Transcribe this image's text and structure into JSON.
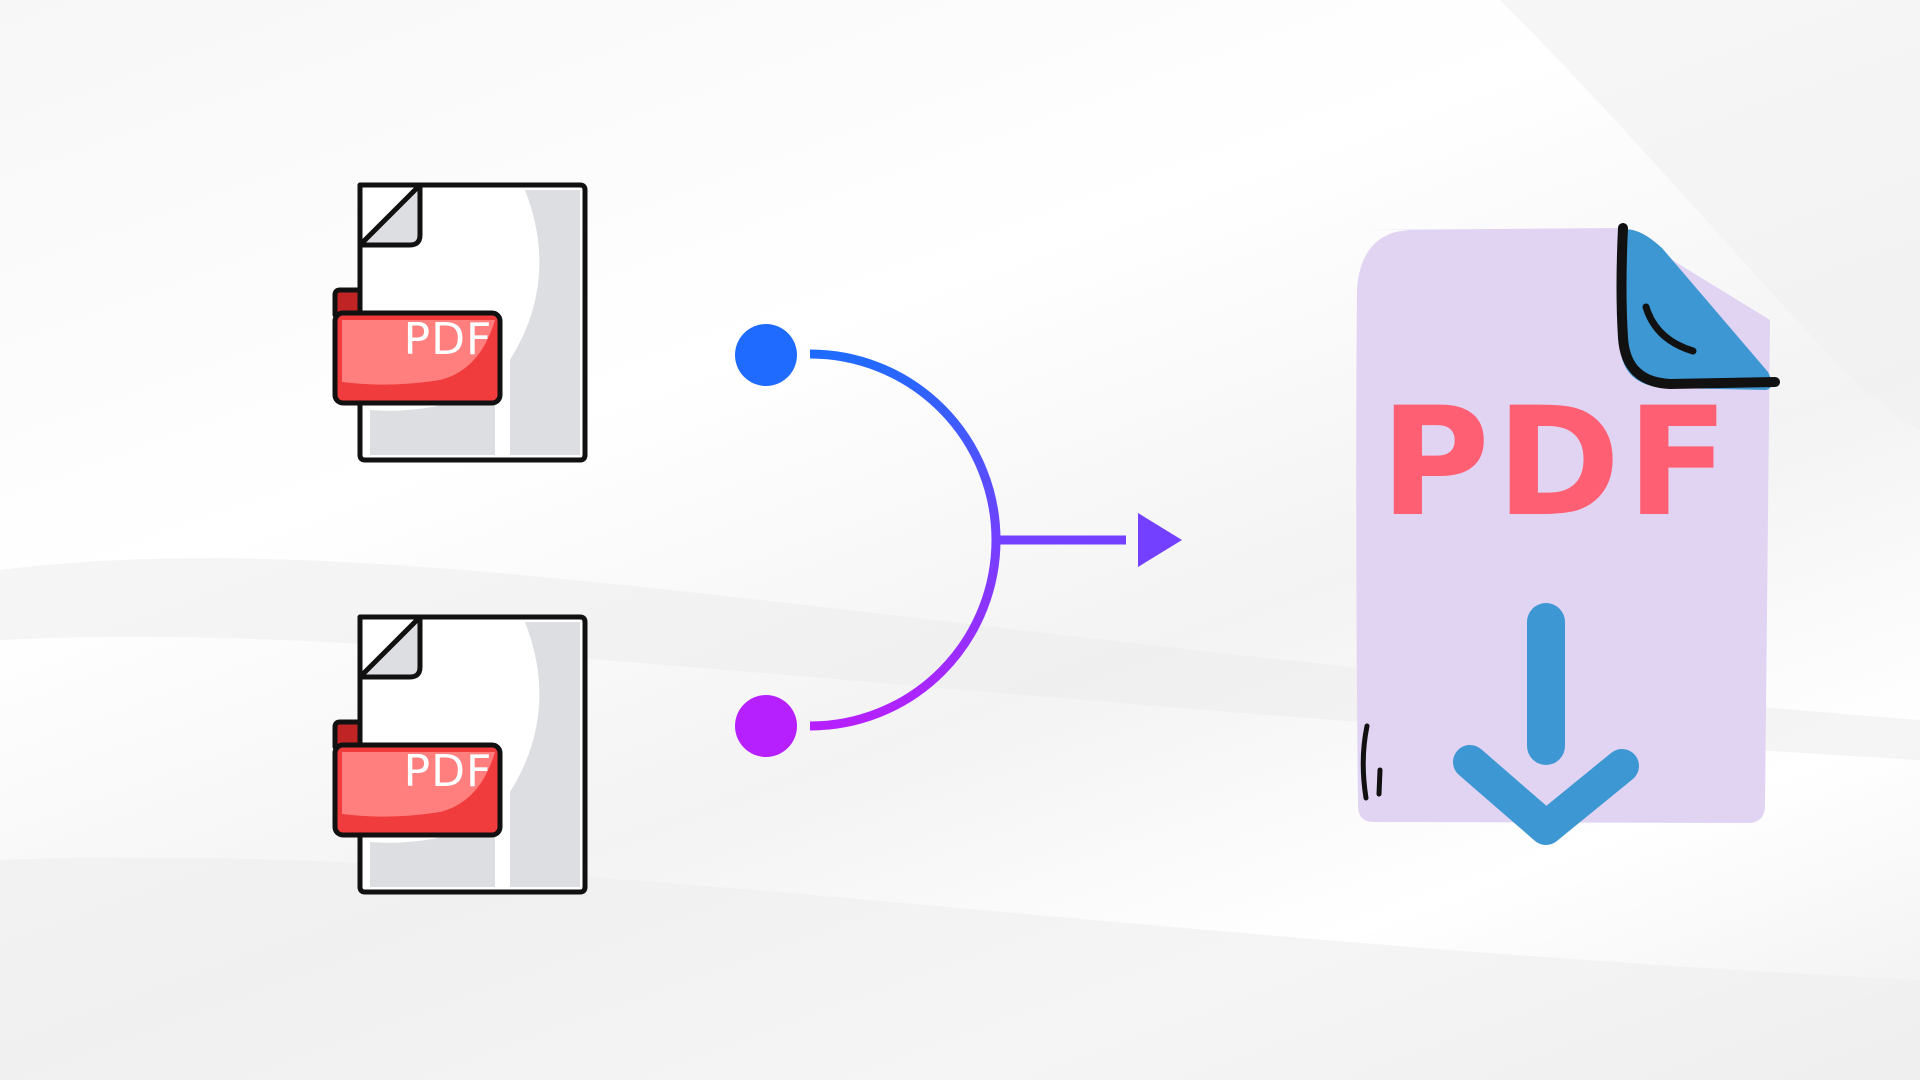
{
  "input_files": [
    {
      "label": "PDF",
      "icon": "pdf-file-icon"
    },
    {
      "label": "PDF",
      "icon": "pdf-file-icon"
    }
  ],
  "output_file": {
    "label": "PDF",
    "icon": "pdf-download-icon"
  },
  "colors": {
    "file_red": "#f03c3c",
    "file_red_light": "#ff7f7f",
    "file_gray": "#dcdee2",
    "dot_blue": "#1f6bff",
    "dot_purple": "#b620ff",
    "arrow_purple": "#7340ff",
    "result_bg": "#e1d4f3",
    "result_text": "#ff5f73",
    "download_blue": "#3d97d3"
  }
}
